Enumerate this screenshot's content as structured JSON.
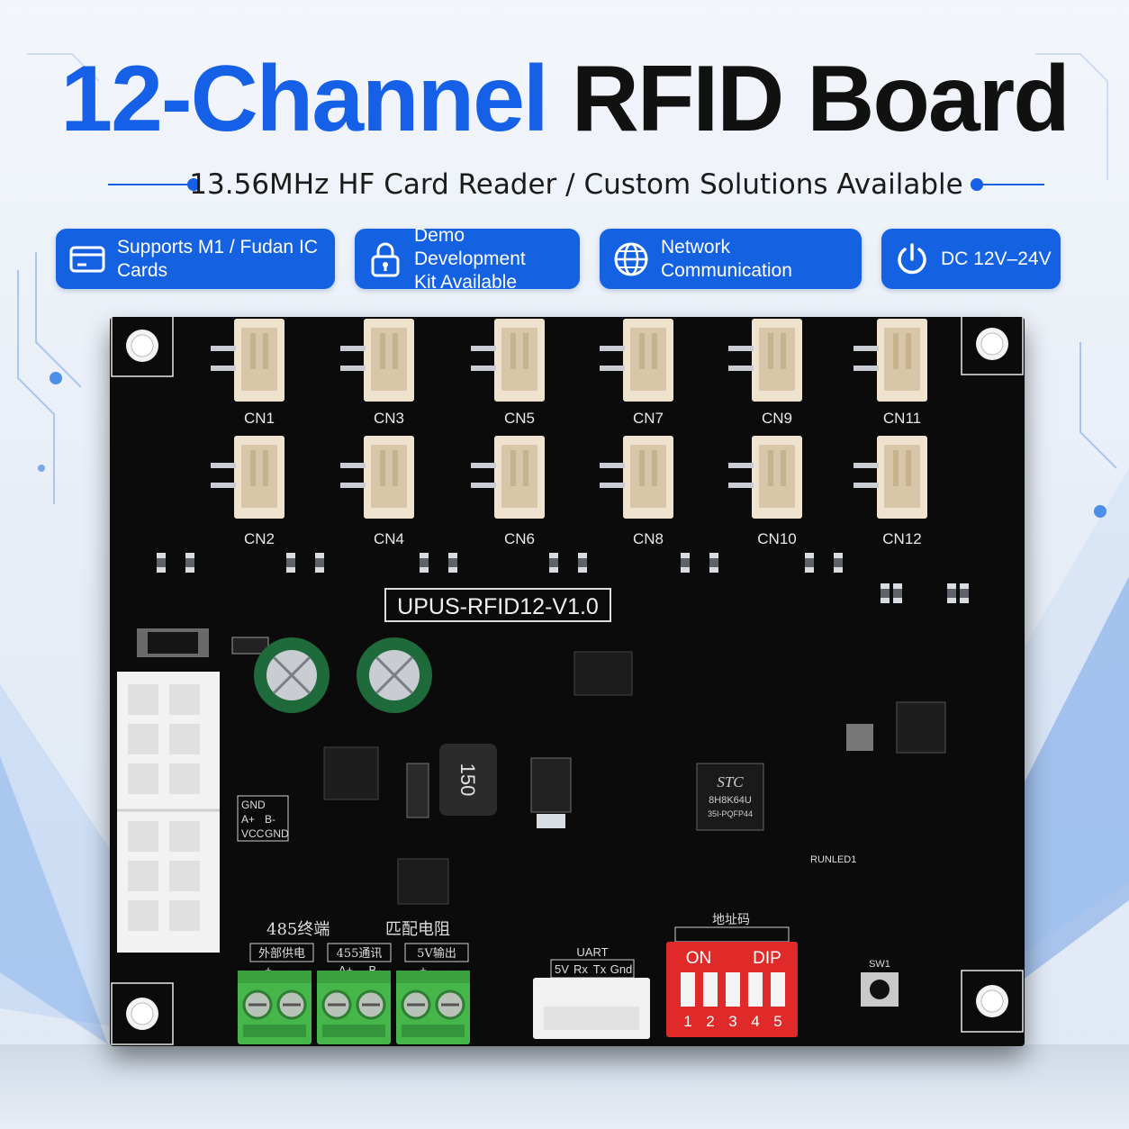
{
  "headline": {
    "part1": "12-Channel",
    "part2": "RFID Board"
  },
  "subtitle": "13.56MHz HF Card Reader / Custom Solutions Available",
  "features": [
    {
      "icon": "card-icon",
      "line1": "Supports M1 / Fudan IC Cards",
      "line2": ""
    },
    {
      "icon": "lock-icon",
      "line1": "Demo Development",
      "line2": "Kit Available"
    },
    {
      "icon": "globe-icon",
      "line1": "Network Communication",
      "line2": ""
    },
    {
      "icon": "power-icon",
      "line1": "DC 12V–24V",
      "line2": ""
    }
  ],
  "colors": {
    "accent": "#1462e2",
    "board": "#0b0b0c",
    "terminal": "#46b54a",
    "dip": "#e02a2a"
  },
  "board": {
    "model": "UPUS-RFID12-V1.0",
    "connectors_top": [
      "CN1",
      "CN3",
      "CN5",
      "CN7",
      "CN9",
      "CN11"
    ],
    "connectors_bottom": [
      "CN2",
      "CN4",
      "CN6",
      "CN8",
      "CN10",
      "CN12"
    ],
    "inductor": "150",
    "mcu": {
      "brand": "STC",
      "part": "8H8K64U",
      "pkg": "35I-PQFP44"
    },
    "terminal_labels": [
      "GND",
      "A+",
      "B-",
      "VCC",
      "GND"
    ],
    "label_485": "485终端",
    "label_match": "匹配电阻",
    "block_labels": [
      "外部供电",
      "455通讯",
      "5V输出"
    ],
    "block_pins": [
      "+",
      "-",
      "A+",
      "B-",
      "+",
      "-"
    ],
    "uart_title": "UART",
    "uart_pins": [
      "5V",
      "Rx",
      "Tx",
      "Gnd"
    ],
    "dip_title": "地址码",
    "dip_on": "ON",
    "dip_label": "DIP",
    "dip_numbers": [
      "1",
      "2",
      "3",
      "4",
      "5"
    ],
    "sw_label": "SW1",
    "led_label": "RUNLED1"
  }
}
